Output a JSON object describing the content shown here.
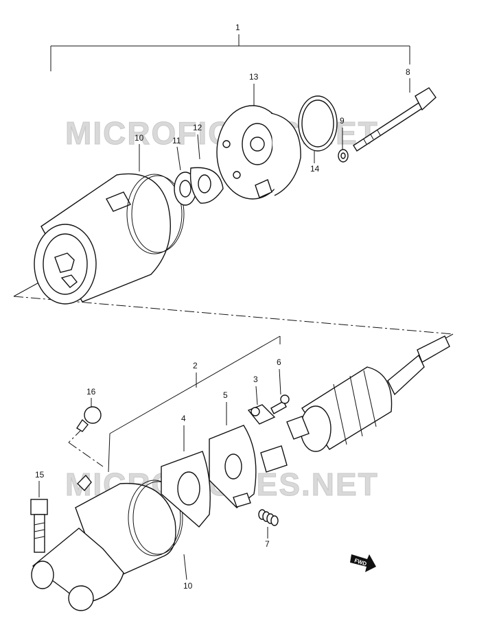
{
  "watermarks": [
    "MICROFICHES.NET",
    "MICROFICHES.NET"
  ],
  "callouts": [
    "1",
    "2",
    "3",
    "4",
    "5",
    "6",
    "7",
    "8",
    "9",
    "10",
    "10",
    "11",
    "12",
    "13",
    "14",
    "15",
    "16"
  ],
  "fwd_label": "FWD"
}
